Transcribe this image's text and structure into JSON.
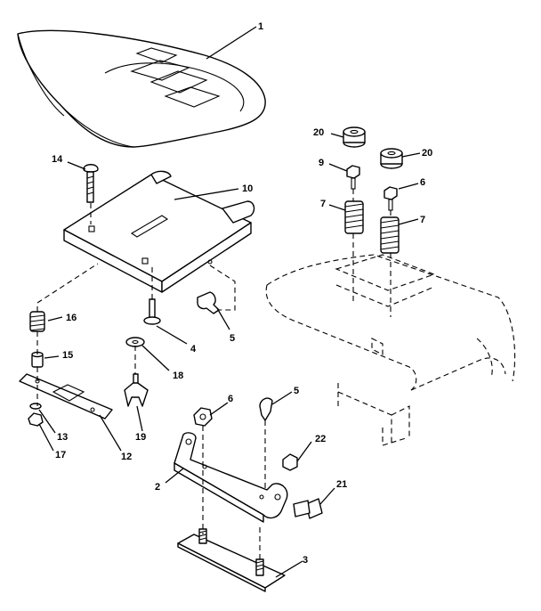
{
  "callouts": {
    "seat": "1",
    "bracket": "2",
    "plate_bottom": "3",
    "washer_4": "4",
    "clip_5a": "5",
    "clip_5b": "5",
    "nut_6a": "6",
    "nut_6b": "6",
    "spring_7a": "7",
    "spring_7b": "7",
    "nut_9": "9",
    "seat_pan": "10",
    "bar": "12",
    "washer_13": "13",
    "bolt_14": "14",
    "spacer_15": "15",
    "spring_16": "16",
    "nut_17": "17",
    "washer_18": "18",
    "knob_19": "19",
    "bushing_20a": "20",
    "bushing_20b": "20",
    "bolt_21": "21",
    "nut_22": "22"
  }
}
